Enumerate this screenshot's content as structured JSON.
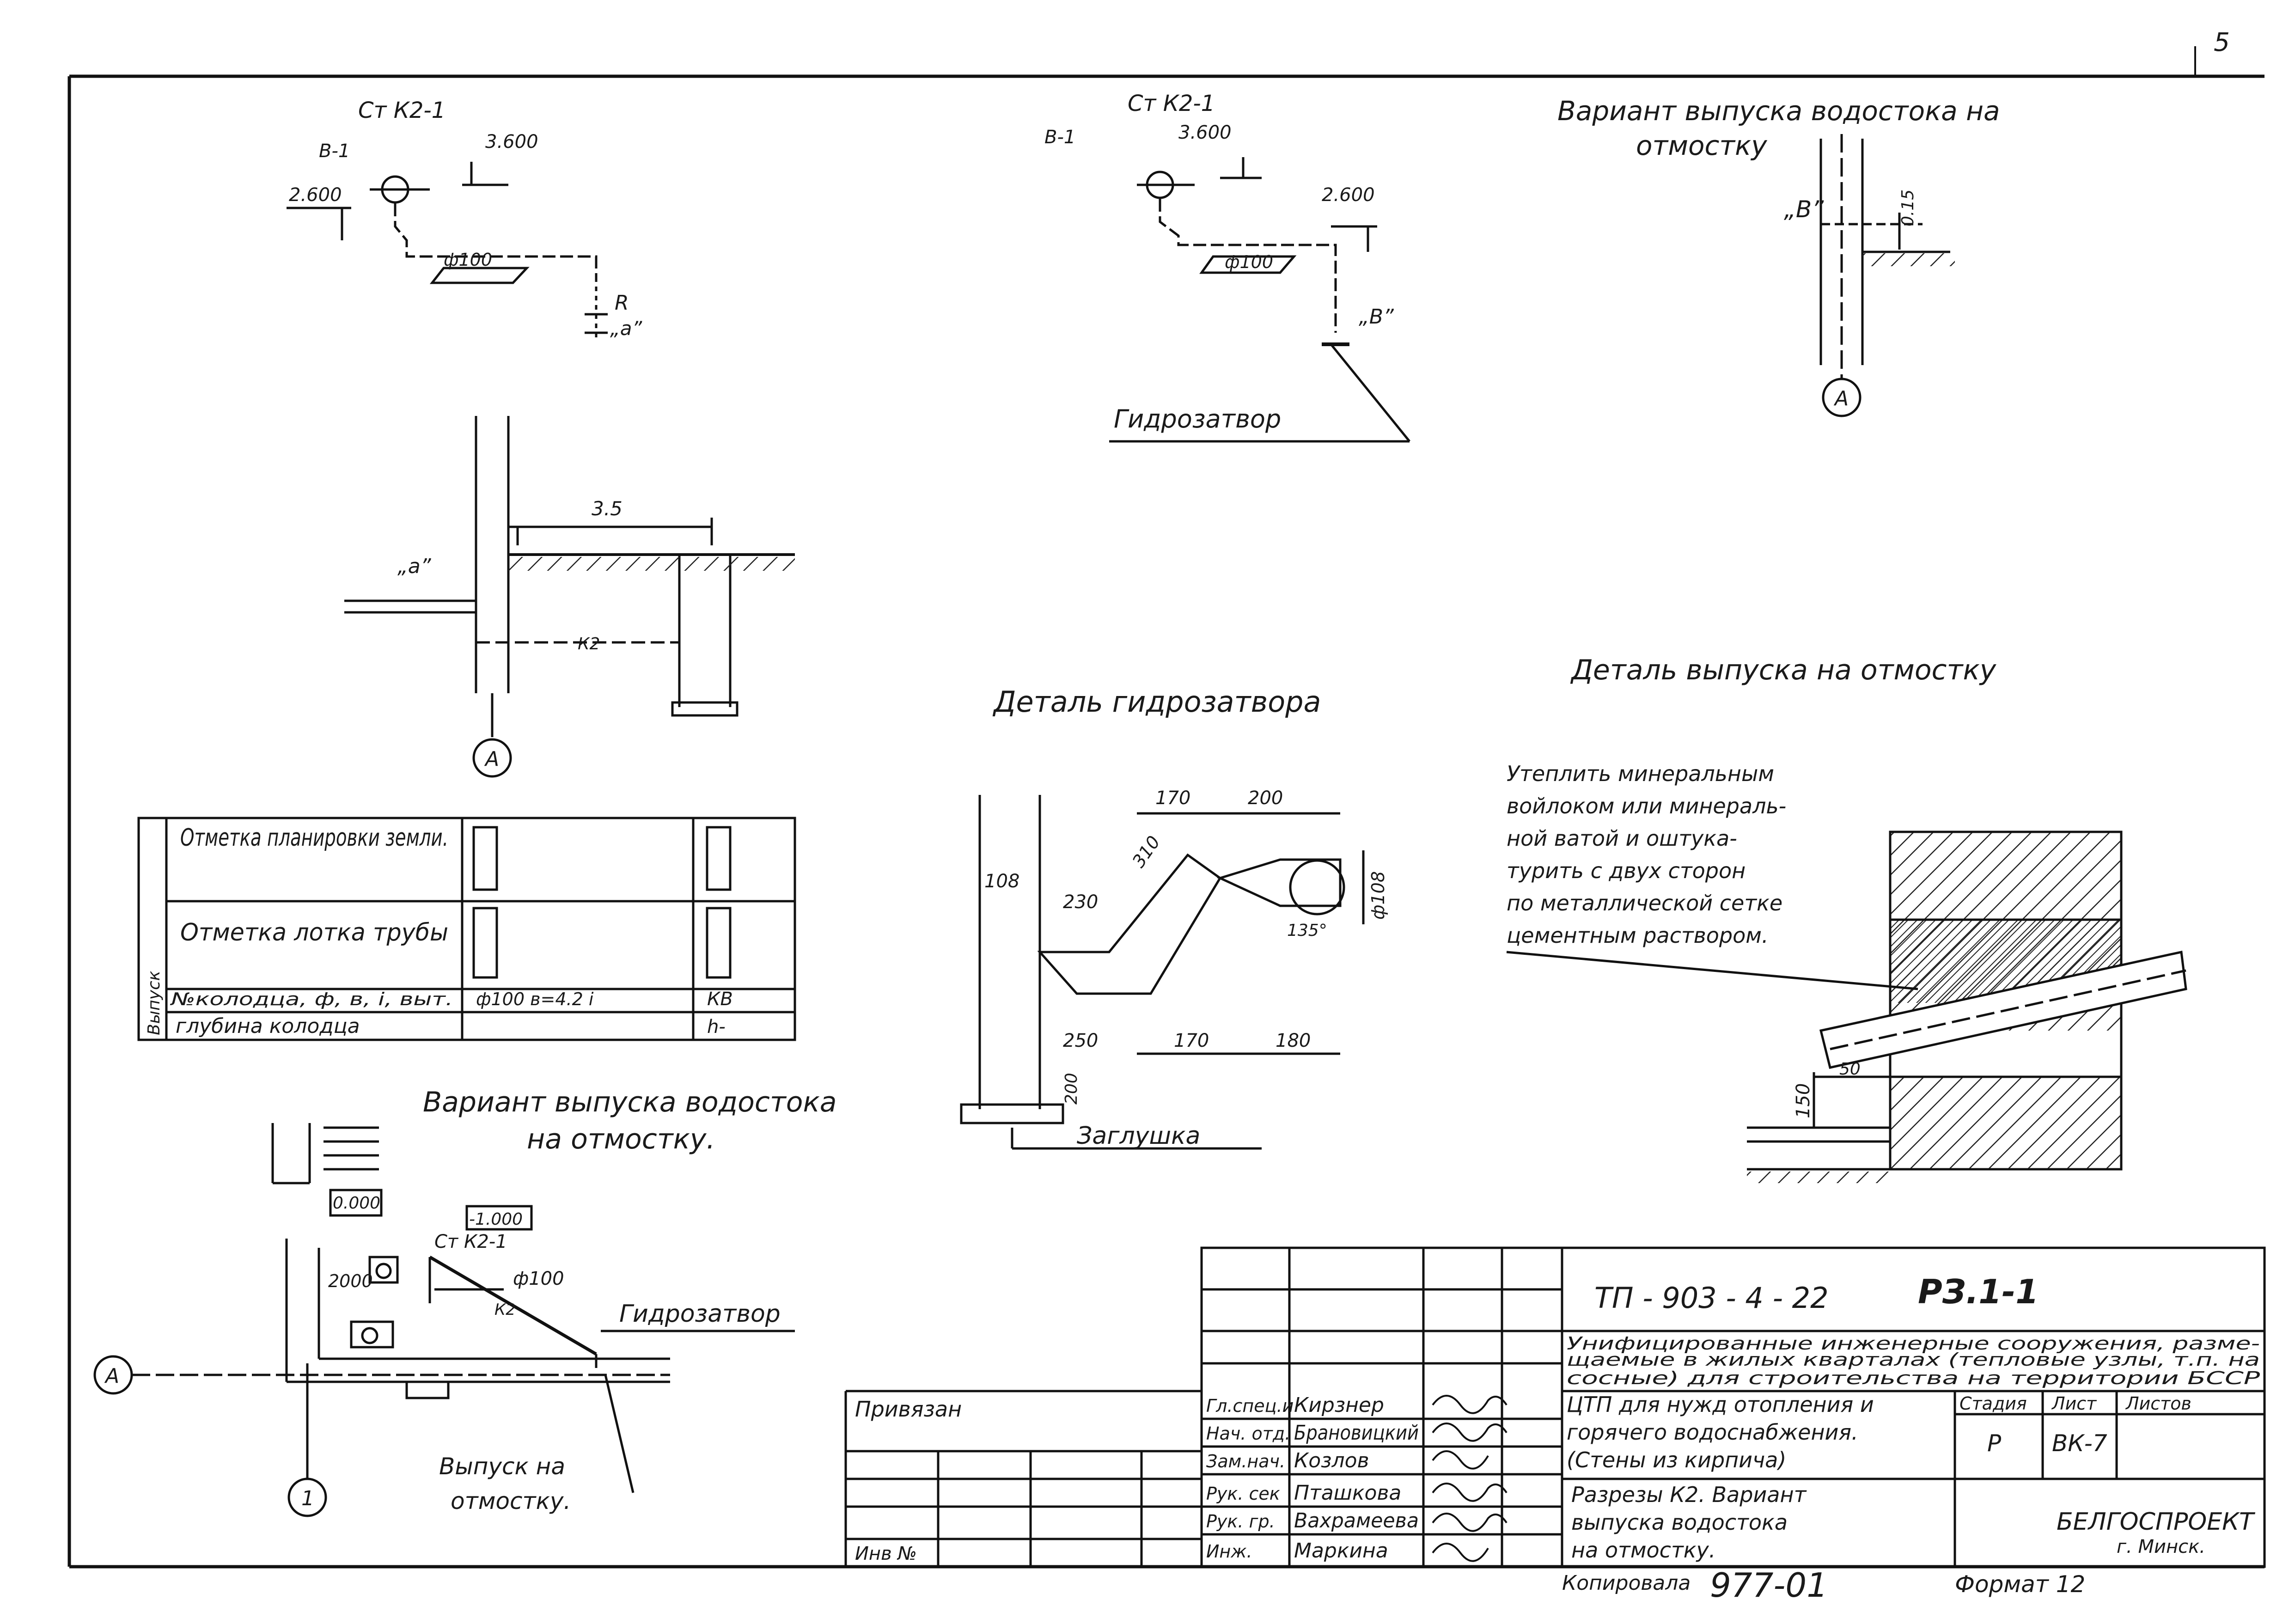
{
  "page_number": "5",
  "diagram1": {
    "title": "Ст К2-1",
    "label_b1": "В-1",
    "elev_top": "3.600",
    "elev_left": "2.600",
    "pipe_dia": "ф100",
    "detail_ref": "„а”",
    "axis": "А",
    "label_a": "„а”",
    "dim_35": "3.5",
    "k2": "К2",
    "r_label": "R"
  },
  "diagram2": {
    "title": "Ст К2-1",
    "label_b1": "В-1",
    "elev_top": "3.600",
    "elev_right": "2.600",
    "pipe_dia": "ф100",
    "detail_ref": "„В”",
    "caption": "Гидрозатвор"
  },
  "diagram3": {
    "title_line1": "Вариант выпуска водостока на",
    "title_line2": "отмостку",
    "detail_ref": "„В”",
    "dim": "0.15",
    "axis": "А"
  },
  "table": {
    "side_label": "Выпуск",
    "rows": [
      {
        "label": "Отметка планировки земли.",
        "mid": "",
        "right": ""
      },
      {
        "label": "Отметка лотка трубы",
        "mid": "",
        "right": ""
      },
      {
        "label": "№колодца, ф, в, i, выт.",
        "mid": "ф100  в=4.2  i",
        "right": "КВ"
      },
      {
        "label": "глубина колодца",
        "mid": "",
        "right": "h-"
      }
    ]
  },
  "hydro": {
    "title": "Деталь гидрозатвора",
    "dims": [
      "170",
      "200",
      "310",
      "108",
      "230",
      "ф108",
      "135°",
      "250",
      "170",
      "180",
      "200"
    ],
    "plug": "Заглушка"
  },
  "outlet_detail": {
    "title": "Деталь выпуска на отмостку",
    "note_lines": [
      "Утеплить минеральным",
      "войлоком или минераль-",
      "ной ватой и оштука-",
      "турить с двух сторон",
      "по металлической сетке",
      "цементным раствором."
    ],
    "dim_150": "150",
    "dim_50": "50"
  },
  "plan": {
    "title_line1": "Вариант выпуска водостока",
    "title_line2": "на отмостку.",
    "elev_0": "0.000",
    "elev_m1": "-1.000",
    "stk": "Ст К2-1",
    "dia": "ф100",
    "k2": "К2",
    "dim_2000": "2000",
    "hydro_label": "Гидрозатвор",
    "outlet_line1": "Выпуск на",
    "outlet_line2": "отмостку.",
    "axis_a": "А",
    "axis_1": "1"
  },
  "stamp": {
    "doc_code": "ТП - 903 - 4 - 22",
    "sheet_code": "РЗ.1-1",
    "title_line1": "Унифицированные инженерные сооружения, разме-",
    "title_line2": "щаемые в жилых кварталах (тепловые узлы, т.п. на",
    "title_line3": "сосные) для строительства на территории БССР",
    "part_line1": "ЦТП для нужд отопления и",
    "part_line2": "горячего водоснабжения.",
    "part_line3": "(Стены из кирпича)",
    "sheet_title_line1": "Разрезы К2. Вариант",
    "sheet_title_line2": "выпуска водостока",
    "sheet_title_line3": "на отмостку.",
    "stage_label": "Стадия",
    "sheet_label": "Лист",
    "sheets_label": "Листов",
    "stage": "Р",
    "sheet": "ВК-7",
    "org": "БЕЛГОСПРОЕКТ",
    "city": "г. Минск.",
    "privyazan": "Привязан",
    "inv": "Инв №",
    "signers": [
      {
        "role": "Гл.спец.и",
        "name": "Кирзнер"
      },
      {
        "role": "Нач. отд.",
        "name": "Брановицкий"
      },
      {
        "role": "Зам.нач.",
        "name": "Козлов"
      },
      {
        "role": "Рук. сек",
        "name": "Пташкова"
      },
      {
        "role": "Рук. гр.",
        "name": "Вахрамеева"
      },
      {
        "role": "Инж.",
        "name": "Маркина"
      }
    ],
    "copied": "Копировала",
    "number": "977-01",
    "format": "Формат 12"
  }
}
